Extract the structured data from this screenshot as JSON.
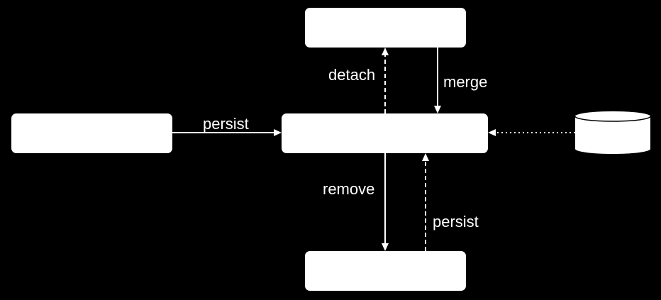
{
  "background": "#000000",
  "foreground": "#ffffff",
  "nodes": [
    {
      "id": "new",
      "label": ""
    },
    {
      "id": "managed",
      "label": ""
    },
    {
      "id": "detached",
      "label": ""
    },
    {
      "id": "removed",
      "label": ""
    },
    {
      "id": "database",
      "label": "",
      "shape": "database-cylinder-icon"
    }
  ],
  "edges": [
    {
      "id": "persist-new",
      "from": "new",
      "to": "managed",
      "label": "persist",
      "style": "solid"
    },
    {
      "id": "detach",
      "from": "managed",
      "to": "detached",
      "label": "detach",
      "style": "dashed"
    },
    {
      "id": "merge",
      "from": "detached",
      "to": "managed",
      "label": "merge",
      "style": "solid"
    },
    {
      "id": "remove",
      "from": "managed",
      "to": "removed",
      "label": "remove",
      "style": "solid"
    },
    {
      "id": "persist-removed",
      "from": "removed",
      "to": "managed",
      "label": "persist",
      "style": "dashed"
    },
    {
      "id": "load",
      "from": "database",
      "to": "managed",
      "label": "",
      "style": "dotted"
    }
  ]
}
